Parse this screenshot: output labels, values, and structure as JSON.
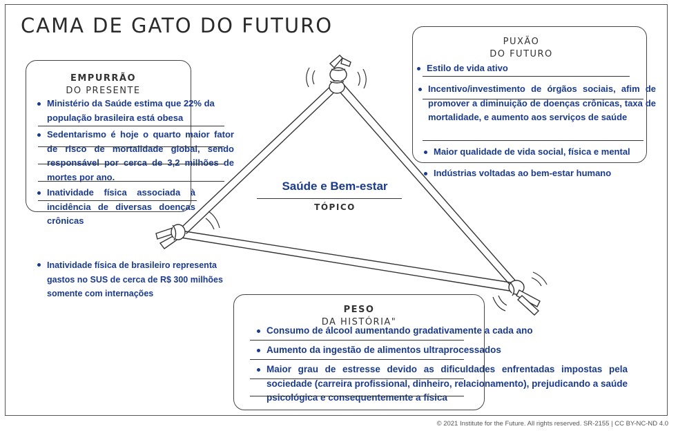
{
  "title": "CAMA DE GATO DO FUTURO",
  "topic": {
    "name": "Saúde e Bem-estar",
    "label": "TÓPICO"
  },
  "push": {
    "title1": "EMPURRÃO",
    "title2": "DO PRESENTE",
    "items": [
      "Ministério da Saúde estima que 22% da população brasileira está obesa",
      "Sedentarismo é hoje o quarto maior fator de risco de mortalidade global, sendo responsável por cerca de 3,2 milhões de mortes por ano.",
      "Inatividade física associada à incidência de diversas doenças crônicas",
      "Inatividade física de brasileiro representa gastos no SUS de cerca de R$ 300 milhões somente com internações"
    ]
  },
  "pull": {
    "title1": "PUXÃO",
    "title2": "DO FUTURO",
    "items": [
      "Estilo de vida ativo",
      "Incentivo/investimento de órgãos sociais, afim de promover a diminuição de doenças crônicas, taxa de mortalidade, e aumento aos serviços de saúde",
      "Maior qualidade de vida social, física e mental",
      "Indústrias voltadas ao bem-estar humano"
    ]
  },
  "weight": {
    "title1": "PESO",
    "title2": "DA HISTÓRIA\"",
    "items": [
      "Consumo de álcool aumentando gradativamente a cada ano",
      "Aumento da ingestão de alimentos ultraprocessados",
      "Maior grau de estresse devido as dificuldades enfrentadas impostas pela sociedade (carreira profissional, dinheiro, relacionamento), prejudicando a saúde psicológica e consequentemente a física"
    ]
  },
  "copyright": "© 2021 Institute for the Future. All rights reserved. SR-2155 | CC BY-NC-ND 4.0",
  "colors": {
    "text_blue": "#1a3a8c",
    "line": "#333333"
  }
}
